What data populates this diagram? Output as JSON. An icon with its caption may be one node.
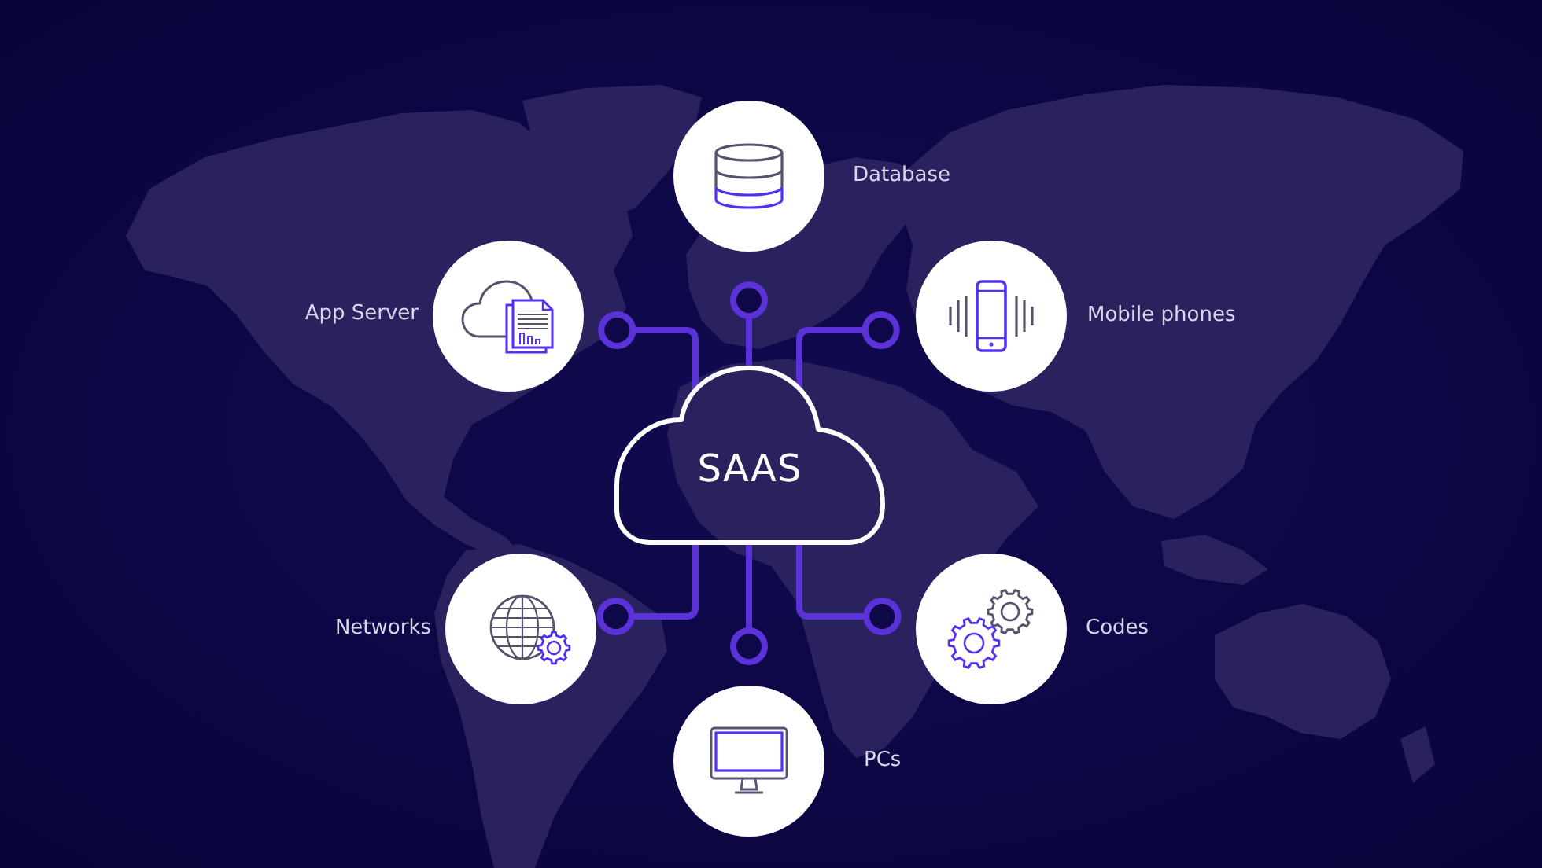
{
  "diagram": {
    "nodes": [
      {
        "text": [],
        "shape": "circle",
        "beside": [
          "Database"
        ]
      },
      {
        "text": [],
        "shape": "circle",
        "beside": [
          "App Server"
        ]
      },
      {
        "text": [],
        "shape": "circle",
        "beside": [
          "Mobile phones"
        ]
      },
      {
        "text": [
          "SAAS"
        ]
      },
      {
        "text": [],
        "shape": "circle",
        "beside": [
          "Networks"
        ]
      },
      {
        "text": [],
        "shape": "circle",
        "beside": [
          "Codes"
        ]
      },
      {
        "text": [],
        "shape": "circle",
        "beside": [
          "PCs"
        ]
      }
    ],
    "edges": [
      {
        "from": 3,
        "to": 0,
        "arrow": "other"
      },
      {
        "from": 3,
        "to": 1,
        "arrow": "other"
      },
      {
        "from": 3,
        "to": 2,
        "arrow": "other"
      },
      {
        "from": 3,
        "to": 4,
        "arrow": "other"
      },
      {
        "from": 3,
        "to": 5,
        "arrow": "other"
      },
      {
        "from": 3,
        "to": 6,
        "arrow": "other"
      }
    ]
  }
}
